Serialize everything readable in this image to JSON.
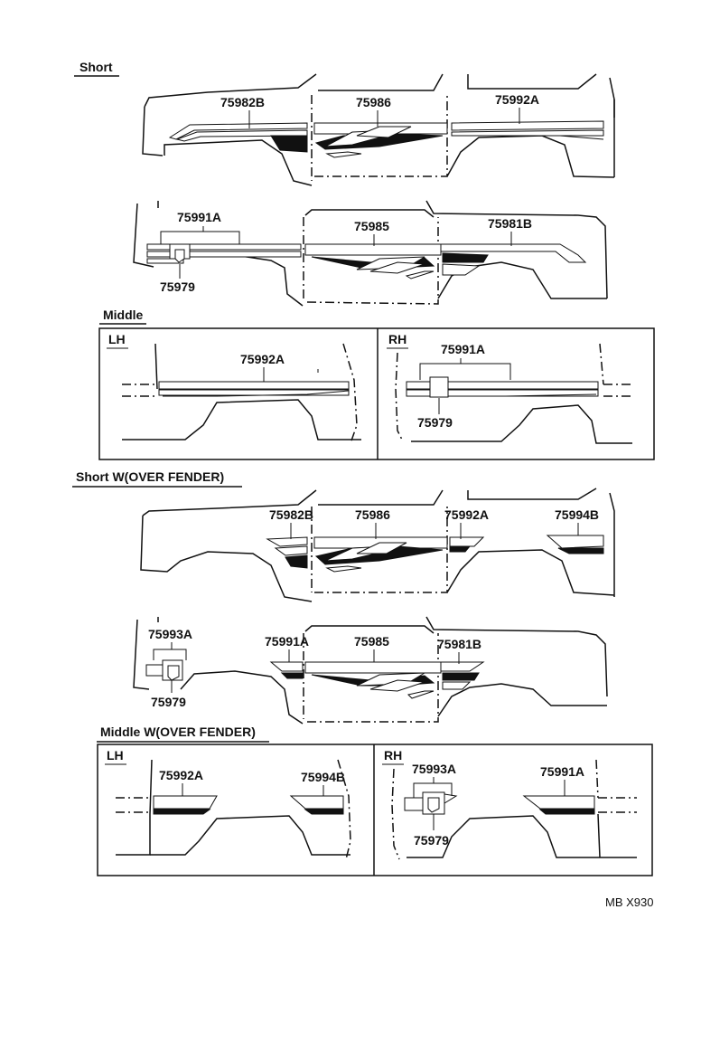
{
  "sections": {
    "short": "Short",
    "middle": "Middle",
    "short_over_fender": "Short W(OVER FENDER)",
    "middle_over_fender": "Middle W(OVER FENDER)"
  },
  "sides": {
    "lh": "LH",
    "rh": "RH"
  },
  "parts": {
    "p75982B": "75982B",
    "p75986": "75986",
    "p75992A": "75992A",
    "p75991A": "75991A",
    "p75985": "75985",
    "p75981B": "75981B",
    "p75979": "75979",
    "p75994B": "75994B",
    "p75993A": "75993A"
  },
  "diagram_code": "MB X930"
}
